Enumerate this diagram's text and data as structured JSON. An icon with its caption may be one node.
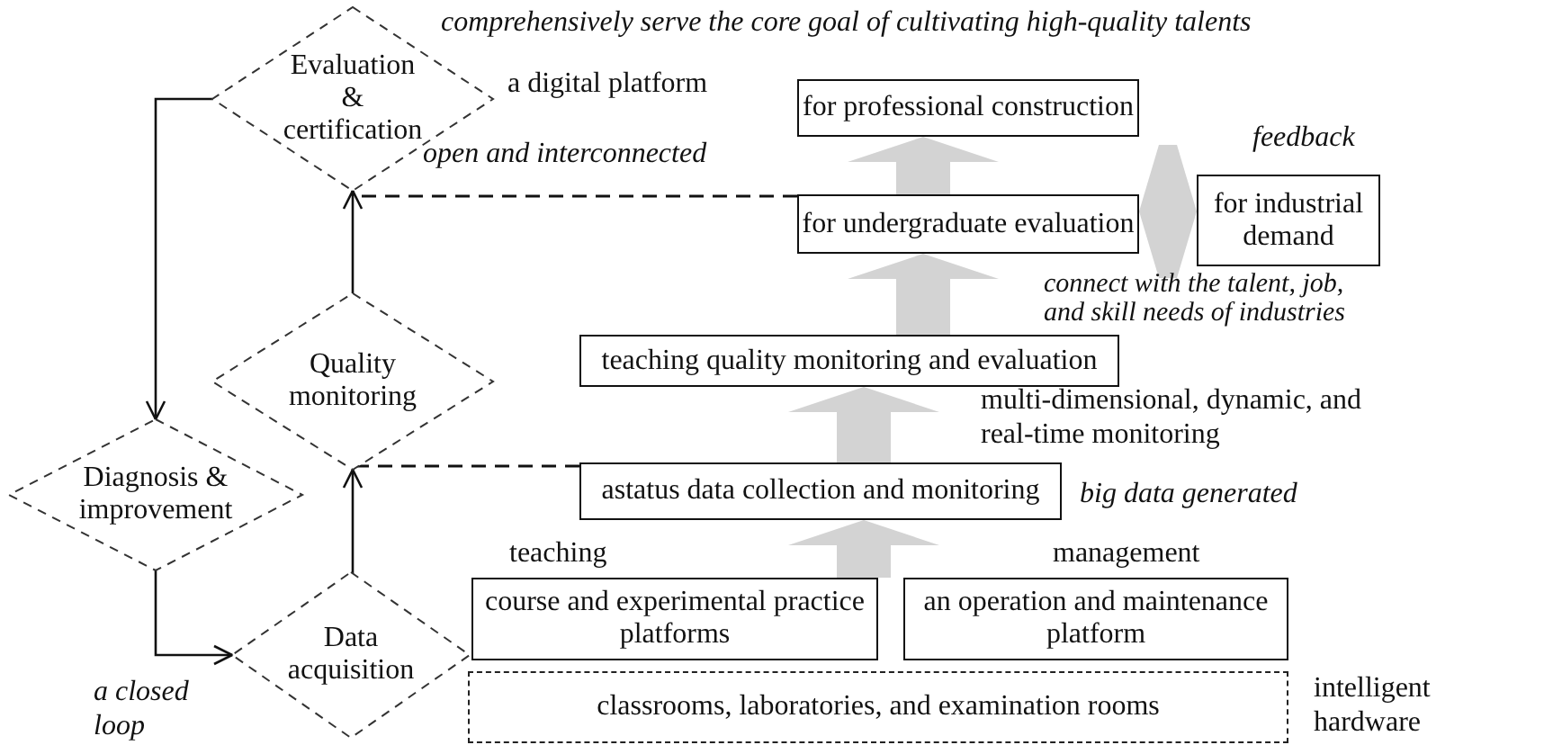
{
  "diagram": {
    "nodes": [
      {
        "text": [
          "Evaluation & certification"
        ]
      },
      {
        "text": [
          "for professional construction"
        ]
      },
      {
        "text": [
          "for undergraduate evaluation"
        ]
      },
      {
        "text": [
          "for industrial demand"
        ]
      },
      {
        "text": [
          "Quality monitoring"
        ]
      },
      {
        "text": [
          "teaching quality monitoring and evaluation"
        ]
      },
      {
        "text": [
          "Diagnosis & improvement"
        ]
      },
      {
        "text": [
          "astatus data collection and monitoring"
        ]
      },
      {
        "text": [
          "course and experimental practice platforms"
        ],
        "beside": [
          "teaching"
        ]
      },
      {
        "text": [
          "an operation and maintenance platform"
        ],
        "beside": [
          "management"
        ]
      },
      {
        "text": [
          "Data acquisition"
        ]
      },
      {
        "text": [
          "classrooms, laboratories, and examination rooms"
        ],
        "beside": [
          "intelligent hardware"
        ]
      }
    ],
    "edges": [
      {
        "from": 10,
        "to": 4,
        "arrow": "to"
      },
      {
        "from": 4,
        "to": 0,
        "arrow": "to"
      },
      {
        "from": 0,
        "to": 6,
        "arrow": "to"
      },
      {
        "from": 6,
        "to": 10,
        "arrow": "to"
      },
      {
        "from": 2,
        "to": 0,
        "arrow": "none",
        "style": "dashed"
      },
      {
        "from": 7,
        "to": 4,
        "arrow": "none",
        "style": "dashed"
      },
      {
        "from": 2,
        "to": 1,
        "arrow": "to",
        "style": "thick",
        "color": "#d3d3d3"
      },
      {
        "from": 5,
        "to": 2,
        "arrow": "to",
        "style": "thick",
        "color": "#d3d3d3"
      },
      {
        "from": 7,
        "to": 5,
        "arrow": "to",
        "style": "thick",
        "color": "#d3d3d3"
      },
      {
        "from": 8,
        "to": 7,
        "arrow": "to",
        "style": "thick",
        "color": "#d3d3d3"
      },
      {
        "from": 2,
        "to": 3,
        "arrow": "both",
        "style": "thick",
        "color": "#d3d3d3"
      }
    ],
    "labels": [
      "comprehensively serve the core goal of cultivating high-quality talents",
      "a digital platform",
      "open and interconnected",
      "feedback",
      "connect with the talent, job, and skill needs of industries",
      "multi-dimensional, dynamic, and real-time monitoring",
      "big data generated",
      "a closed loop"
    ]
  }
}
